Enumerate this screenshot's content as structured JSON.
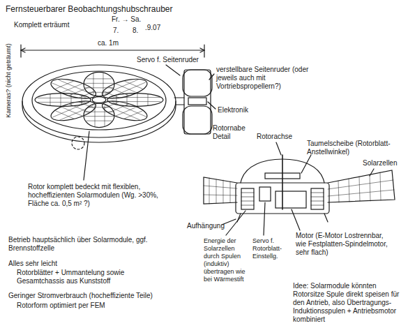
{
  "diagram": {
    "title": "Fernsteuerbarer Beobachtungshubschrauber",
    "labels": [
      "Komplett erträumt",
      "Fr. → Sa.",
      "7.",
      "8.",
      ".9.07",
      "ca. 1m",
      "Kameras? (nicht geträumt)",
      "Servo f. Seitenruder",
      "verstellbare Seitenruder (oder jeweils auch mit Vortriebspropellern?)",
      "Elektronik",
      "Rotornabe Detail",
      "Rotorachse",
      "Taumelscheibe (Rotorblatt-Anstellwinkel)",
      "Solarzellen",
      "Rotor komplett bedeckt mit flexiblen, hocheffizienten Solarmodulen (Wg. >30%, Fläche ca. 0,5 m² ?)",
      "Aufhängung",
      "Energie der Solarzellen durch Spulen (induktiv) übertragen wie bei Wärmestift",
      "Servo f. Rotorblatt-Einstellg.",
      "Motor (E-Motor Lostrennbar, wie Festplatten-Spindelmotor, sehr flach)",
      "Betrieb hauptsächlich über Solarmodule, ggf. Brennstoffzelle",
      "Alles sehr leicht",
      "Rotorblätter + Ummantelung sowie Gesamtchassis aus Kunststoff",
      "Geringer Stromverbrauch (hocheffiziente Teile)",
      "Rotorform optimiert per FEM",
      "Idee: Solarmodule könnten Rotorsitze Spule direkt speisen für den Antrieb, also Übertragungs-Induktionsspulen + Antriebsmotor kombiniert"
    ]
  }
}
